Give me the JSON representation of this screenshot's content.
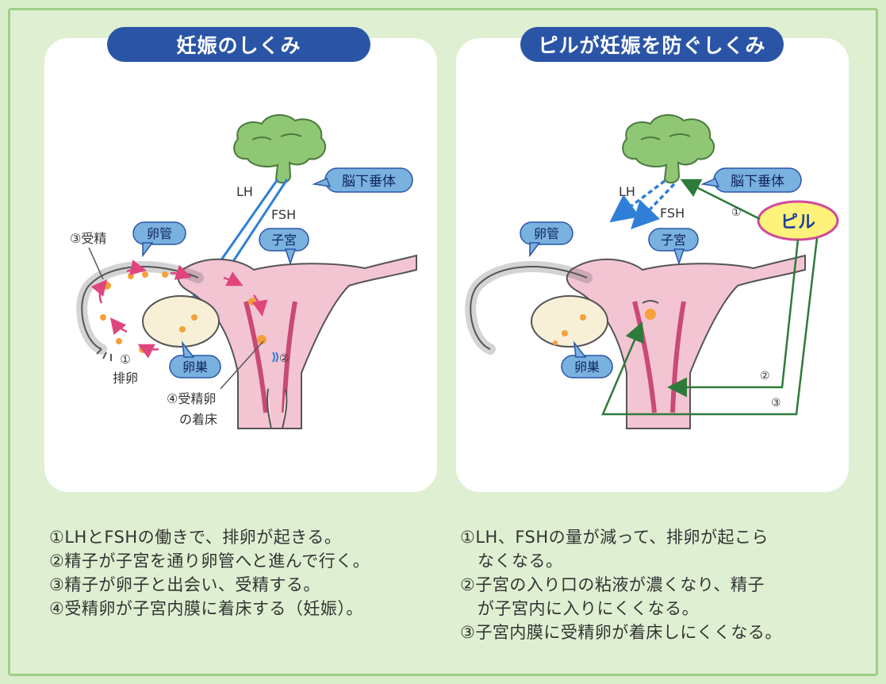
{
  "left_panel": {
    "title": "妊娠のしくみ",
    "labels": {
      "lh": "LH",
      "fsh": "FSH",
      "pituitary": "脳下垂体",
      "oviduct": "卵管",
      "uterus": "子宮",
      "ovary": "卵巣",
      "fertilization": "③受精",
      "ovulation_num": "①",
      "ovulation": "排卵",
      "sperm_num": "②",
      "implantation_1": "④受精卵",
      "implantation_2": "の着床"
    },
    "steps": [
      "①LHとFSHの働きで、排卵が起きる。",
      "②精子が子宮を通り卵管へと進んで行く。",
      "③精子が卵子と出会い、受精する。",
      "④受精卵が子宮内膜に着床する（妊娠）。"
    ]
  },
  "right_panel": {
    "title": "ピルが妊娠を防ぐしくみ",
    "labels": {
      "lh": "LH",
      "fsh": "FSH",
      "pituitary": "脳下垂体",
      "oviduct": "卵管",
      "uterus": "子宮",
      "ovary": "卵巣",
      "pill": "ピル",
      "n1": "①",
      "n2": "②",
      "n3": "③"
    },
    "steps": [
      "①LH、FSHの量が減って、排卵が起こら",
      "なくなる。",
      "②子宮の入り口の粘液が濃くなり、精子",
      "が子宮内に入りにくくなる。",
      "③子宮内膜に受精卵が着床しにくくなる。"
    ]
  },
  "colors": {
    "background": "#dff0d2",
    "title_bg": "#2a55a6",
    "brain": "#8fc775",
    "label_bubble": "#79b1df",
    "hormone_arrow": "#2f7fd6",
    "pill_arrow": "#2e7a3a",
    "pill_bg": "#fff27a",
    "pill_border": "#d04a9a",
    "uterus_pink": "#f3c5d3",
    "ovum": "#f3a23a"
  }
}
